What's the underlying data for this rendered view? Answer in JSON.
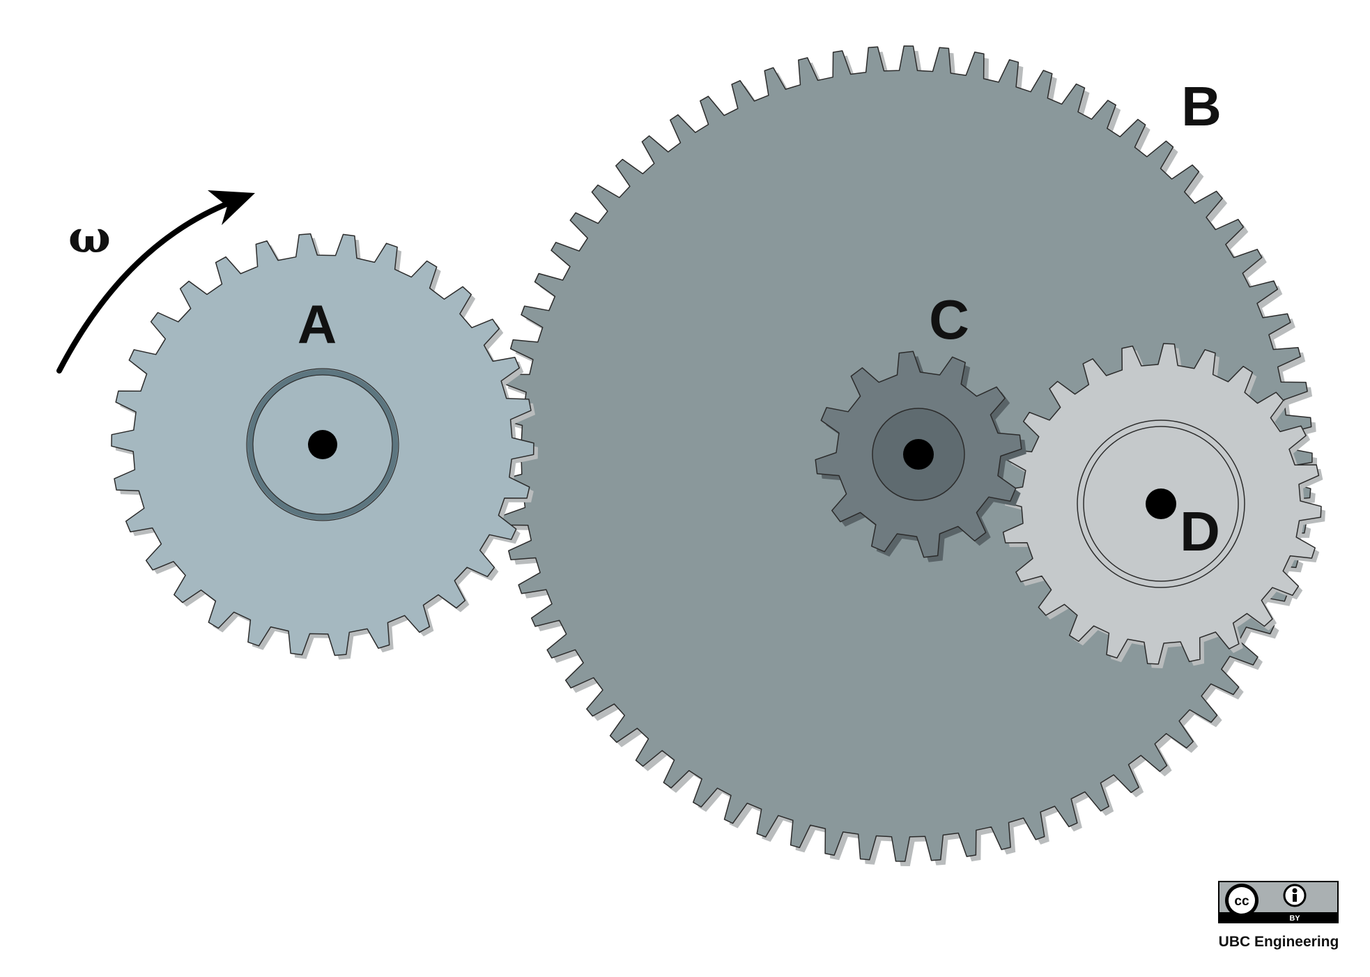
{
  "diagram": {
    "rotation_symbol": "ω",
    "rotation_direction": "clockwise",
    "gears": [
      {
        "id": "A",
        "label": "A",
        "teeth": 30,
        "color": "#a5b8c0"
      },
      {
        "id": "B",
        "label": "B",
        "teeth": 72,
        "color": "#8a989b"
      },
      {
        "id": "C",
        "label": "C",
        "teeth": 12,
        "color": "#6f7b80"
      },
      {
        "id": "D",
        "label": "D",
        "teeth": 24,
        "color": "#c5c9cb"
      }
    ],
    "colors": {
      "outline": "#2b2b2b",
      "shadow": "#b9bcbd",
      "hub_ring_a": "#5d7680",
      "axle": "#000000"
    }
  },
  "license": {
    "cc_symbol": "cc",
    "by_label": "BY",
    "credit": "UBC Engineering"
  }
}
